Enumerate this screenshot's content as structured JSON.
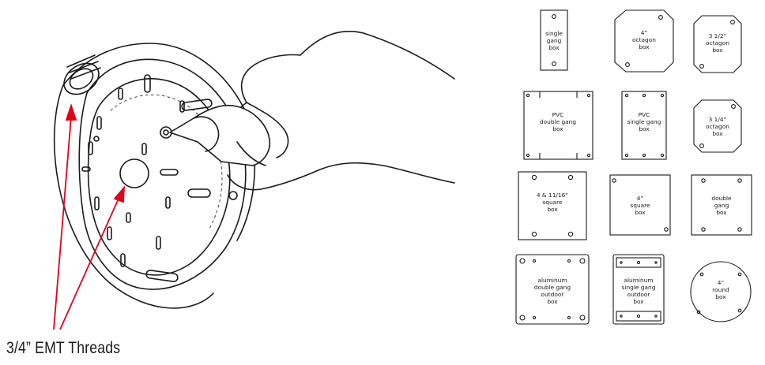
{
  "callout": {
    "label": "3/4” EMT Threads",
    "arrow_color": "#e0001b"
  },
  "line_color": "#1a1a1a",
  "boxes": [
    {
      "id": "single-gang",
      "lines": [
        "single",
        "gang",
        "box"
      ]
    },
    {
      "id": "4in-octagon",
      "lines": [
        "4”",
        "octagon",
        "box"
      ]
    },
    {
      "id": "3-5in-octagon",
      "lines": [
        "3 1/2”",
        "octagon",
        "box"
      ]
    },
    {
      "id": "pvc-double-gang",
      "lines": [
        "PVC",
        "double gang",
        "box"
      ]
    },
    {
      "id": "pvc-single-gang",
      "lines": [
        "PVC",
        "single gang",
        "box"
      ]
    },
    {
      "id": "3-25in-octagon",
      "lines": [
        "3 1/4”",
        "octagon",
        "box"
      ]
    },
    {
      "id": "4-11-16-square",
      "lines": [
        "4 & 11/16”",
        "square",
        "box"
      ]
    },
    {
      "id": "4in-square",
      "lines": [
        "4”",
        "square",
        "box"
      ]
    },
    {
      "id": "double-gang",
      "lines": [
        "double",
        "gang",
        "box"
      ]
    },
    {
      "id": "aluminum-double-gang-outdoor",
      "lines": [
        "aluminum",
        "double gang",
        "outdoor",
        "box"
      ]
    },
    {
      "id": "aluminum-single-gang-outdoor",
      "lines": [
        "aluminum",
        "single gang",
        "outdoor",
        "box"
      ]
    },
    {
      "id": "4in-round",
      "lines": [
        "4”",
        "round",
        "box"
      ]
    }
  ]
}
